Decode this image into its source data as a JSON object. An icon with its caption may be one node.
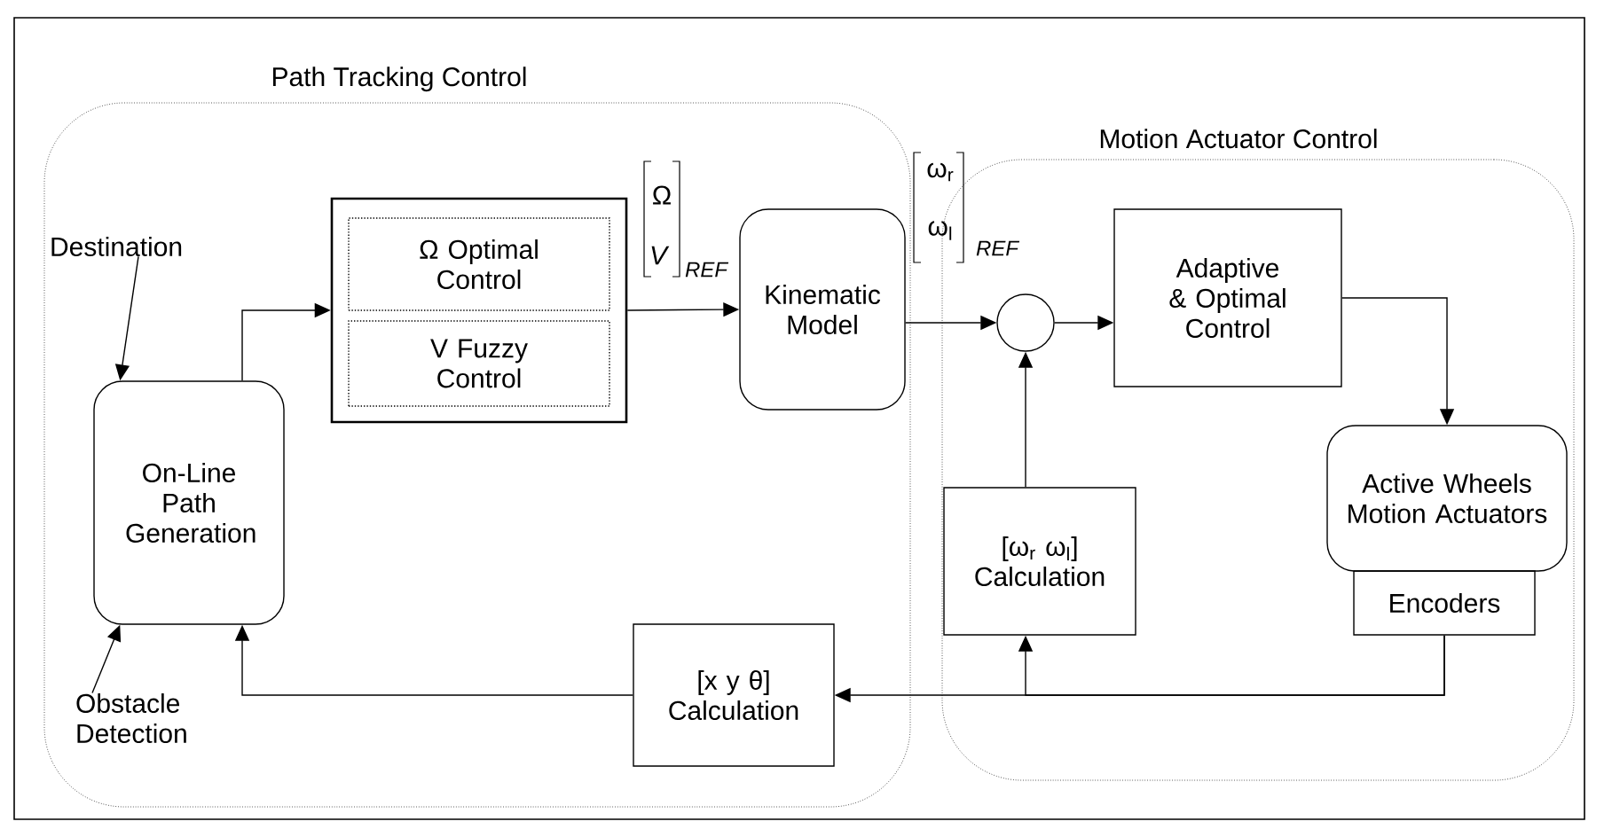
{
  "diagram": {
    "nodes": [
      {
        "text": [
          "Path Tracking Control"
        ]
      },
      {
        "text": [
          "Motion Actuator Control"
        ]
      },
      {
        "text": [
          "Destination"
        ],
        "in": 0
      },
      {
        "text": [
          "On-Line Path Generation"
        ],
        "in": 0
      },
      {
        "text": [
          "Obstacle Detection"
        ],
        "in": 0
      },
      {
        "text": [],
        "shape": "box",
        "in": 0
      },
      {
        "text": [
          "Ω Optimal Control"
        ],
        "in": 5
      },
      {
        "text": [
          "V Fuzzy Control"
        ],
        "in": 5
      },
      {
        "text": [
          "Kinematic Model"
        ],
        "in": 0
      },
      {
        "text": [],
        "shape": "circle",
        "in": 1
      },
      {
        "text": [
          "Adaptive & Optimal Control"
        ],
        "in": 1
      },
      {
        "text": [
          "Active Wheels Motion Actuators"
        ],
        "in": 1
      },
      {
        "text": [
          "Encoders"
        ],
        "in": 1
      },
      {
        "text": [
          "[ω$_{r}$ ω$_{l}$] Calculation"
        ],
        "in": 1
      },
      {
        "text": [
          "[x y θ] Calculation"
        ],
        "in": 0
      }
    ],
    "edges": [
      {
        "from": 2,
        "to": 3,
        "arrow": "to"
      },
      {
        "from": 4,
        "to": 3,
        "arrow": "to"
      },
      {
        "from": 3,
        "to": 5,
        "arrow": "to"
      },
      {
        "from": 5,
        "to": 8,
        "arrow": "to"
      },
      {
        "from": 8,
        "to": 9,
        "arrow": "to"
      },
      {
        "from": 9,
        "to": 10,
        "arrow": "to"
      },
      {
        "from": 10,
        "to": 11,
        "arrow": "to"
      },
      {
        "from": 12,
        "to": 13,
        "arrow": "to"
      },
      {
        "from": 12,
        "to": 14,
        "arrow": "to"
      },
      {
        "from": 13,
        "to": 9,
        "arrow": "to"
      },
      {
        "from": 14,
        "to": 3,
        "arrow": "to"
      }
    ],
    "labels": [
      "Ω",
      "V",
      "REF",
      "ω$_{r}$",
      "ω$_{l}$",
      "REF"
    ]
  }
}
